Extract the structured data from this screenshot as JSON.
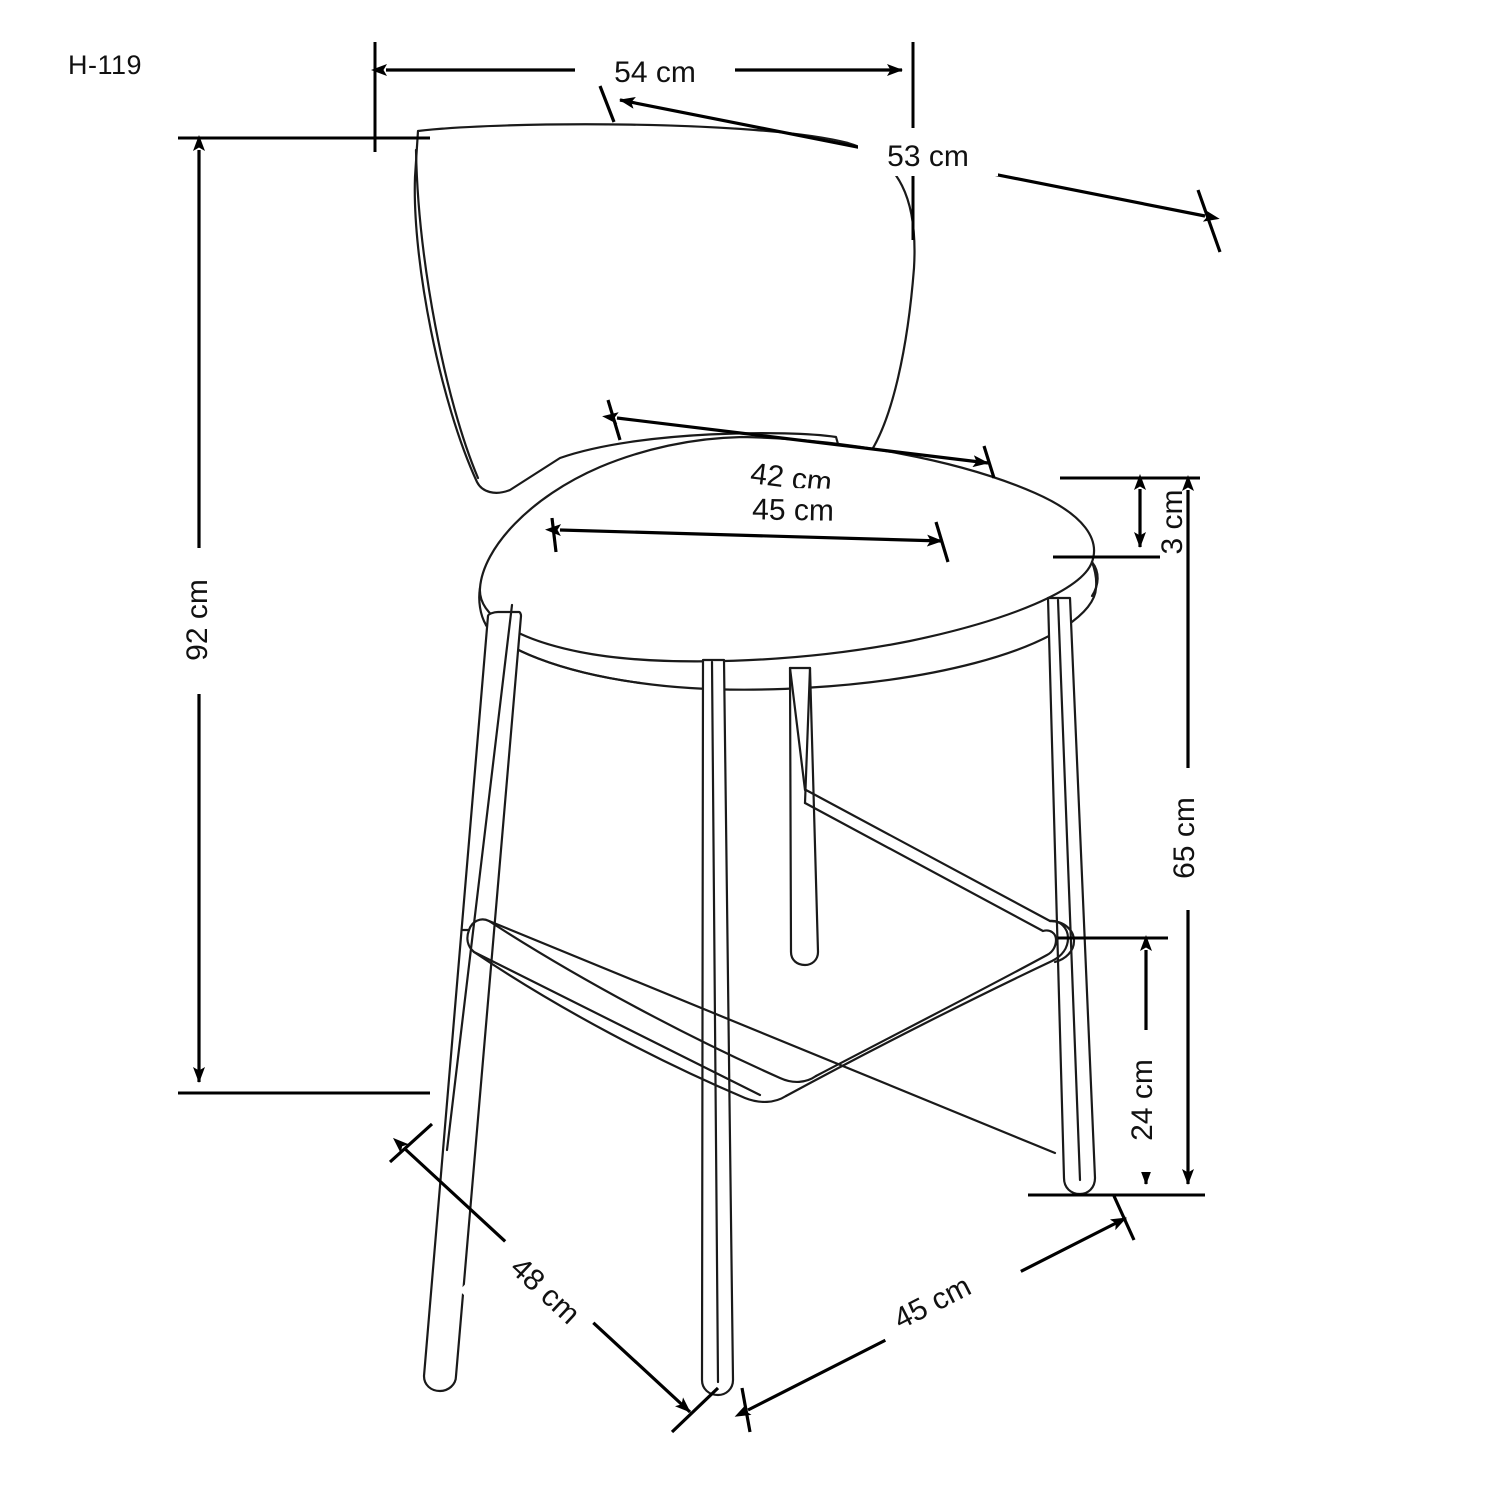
{
  "drawing": {
    "model_code": "H-119",
    "units": "cm",
    "product_type": "bar-stool",
    "background_color": "#ffffff",
    "line_color": "#1a1a1a",
    "dimension_color": "#000000"
  },
  "dimensions": {
    "overall_width_top": {
      "label": "54 cm",
      "value": 54,
      "orientation": "horizontal",
      "placement": "top",
      "describes": "backrest overall width"
    },
    "backrest_diagonal": {
      "label": "53 cm",
      "value": 53,
      "orientation": "diagonal",
      "placement": "top-right",
      "describes": "backrest height along slant"
    },
    "seat_depth": {
      "label": "42 cm",
      "value": 42,
      "orientation": "diagonal",
      "placement": "seat-upper",
      "describes": "seat depth"
    },
    "seat_width": {
      "label": "45 cm",
      "value": 45,
      "orientation": "diagonal",
      "placement": "seat-lower",
      "describes": "seat width"
    },
    "seat_thickness": {
      "label": "3 cm",
      "value": 3,
      "orientation": "vertical",
      "placement": "right",
      "describes": "seat cushion thickness"
    },
    "overall_height": {
      "label": "92 cm",
      "value": 92,
      "orientation": "vertical",
      "placement": "left",
      "describes": "total stool height"
    },
    "seat_height": {
      "label": "65 cm",
      "value": 65,
      "orientation": "vertical",
      "placement": "right",
      "describes": "floor to seat top"
    },
    "footrest_height": {
      "label": "24 cm",
      "value": 24,
      "orientation": "vertical",
      "placement": "right",
      "describes": "floor to footrest"
    },
    "base_depth": {
      "label": "48 cm",
      "value": 48,
      "orientation": "diagonal",
      "placement": "bottom-left",
      "describes": "base footprint depth"
    },
    "base_width": {
      "label": "45 cm",
      "value": 45,
      "orientation": "diagonal",
      "placement": "bottom-right",
      "describes": "base footprint width"
    }
  }
}
